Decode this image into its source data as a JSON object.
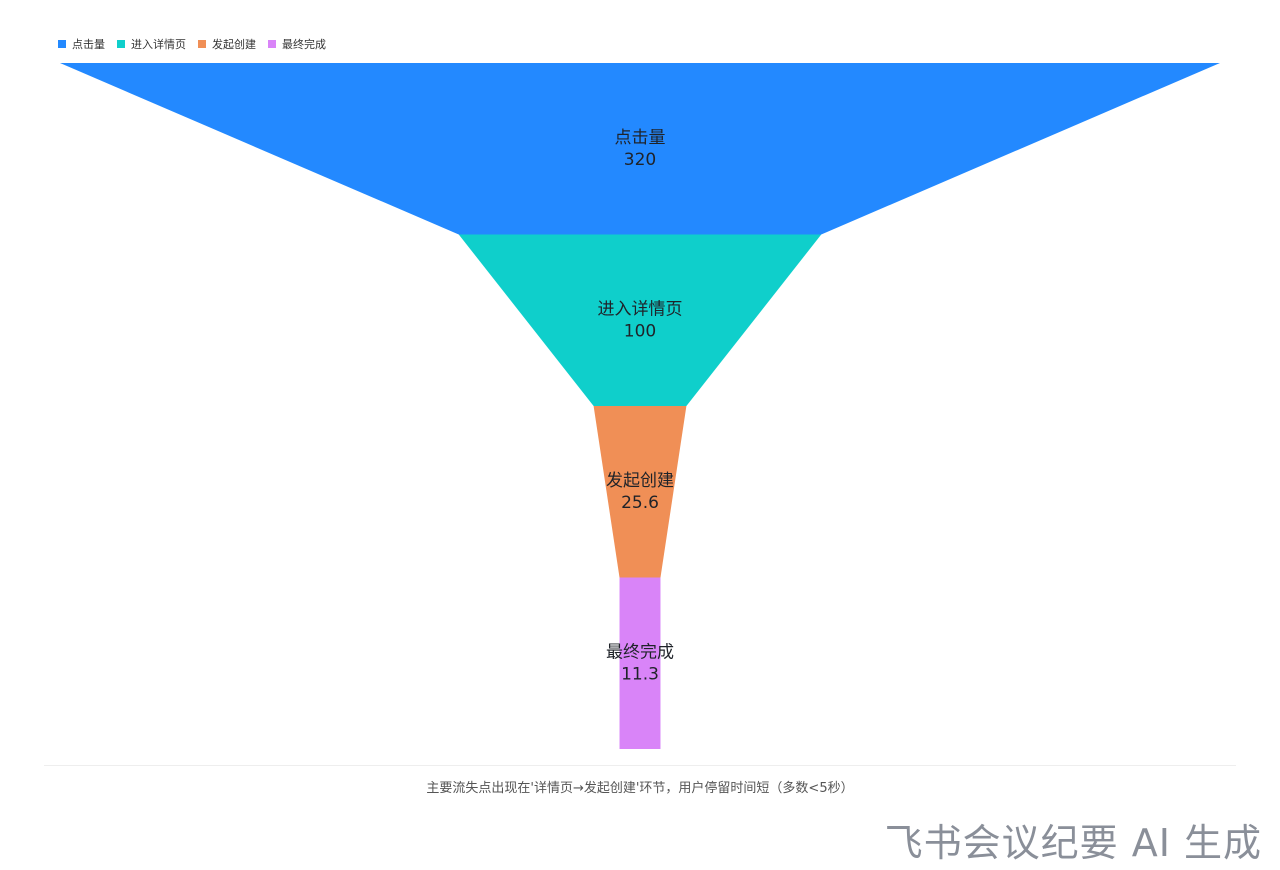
{
  "chart_data": {
    "type": "funnel",
    "categories": [
      "点击量",
      "进入详情页",
      "发起创建",
      "最终完成"
    ],
    "values": [
      320,
      100,
      25.6,
      11.3
    ],
    "colors": [
      "#2389ff",
      "#0fcfcb",
      "#f08f56",
      "#d984f8"
    ],
    "legend_position": "top-left",
    "max_value": 320
  },
  "caption": "主要流失点出现在'详情页→发起创建'环节，用户停留时间短（多数<5秒）",
  "watermark": "飞书会议纪要 AI 生成"
}
